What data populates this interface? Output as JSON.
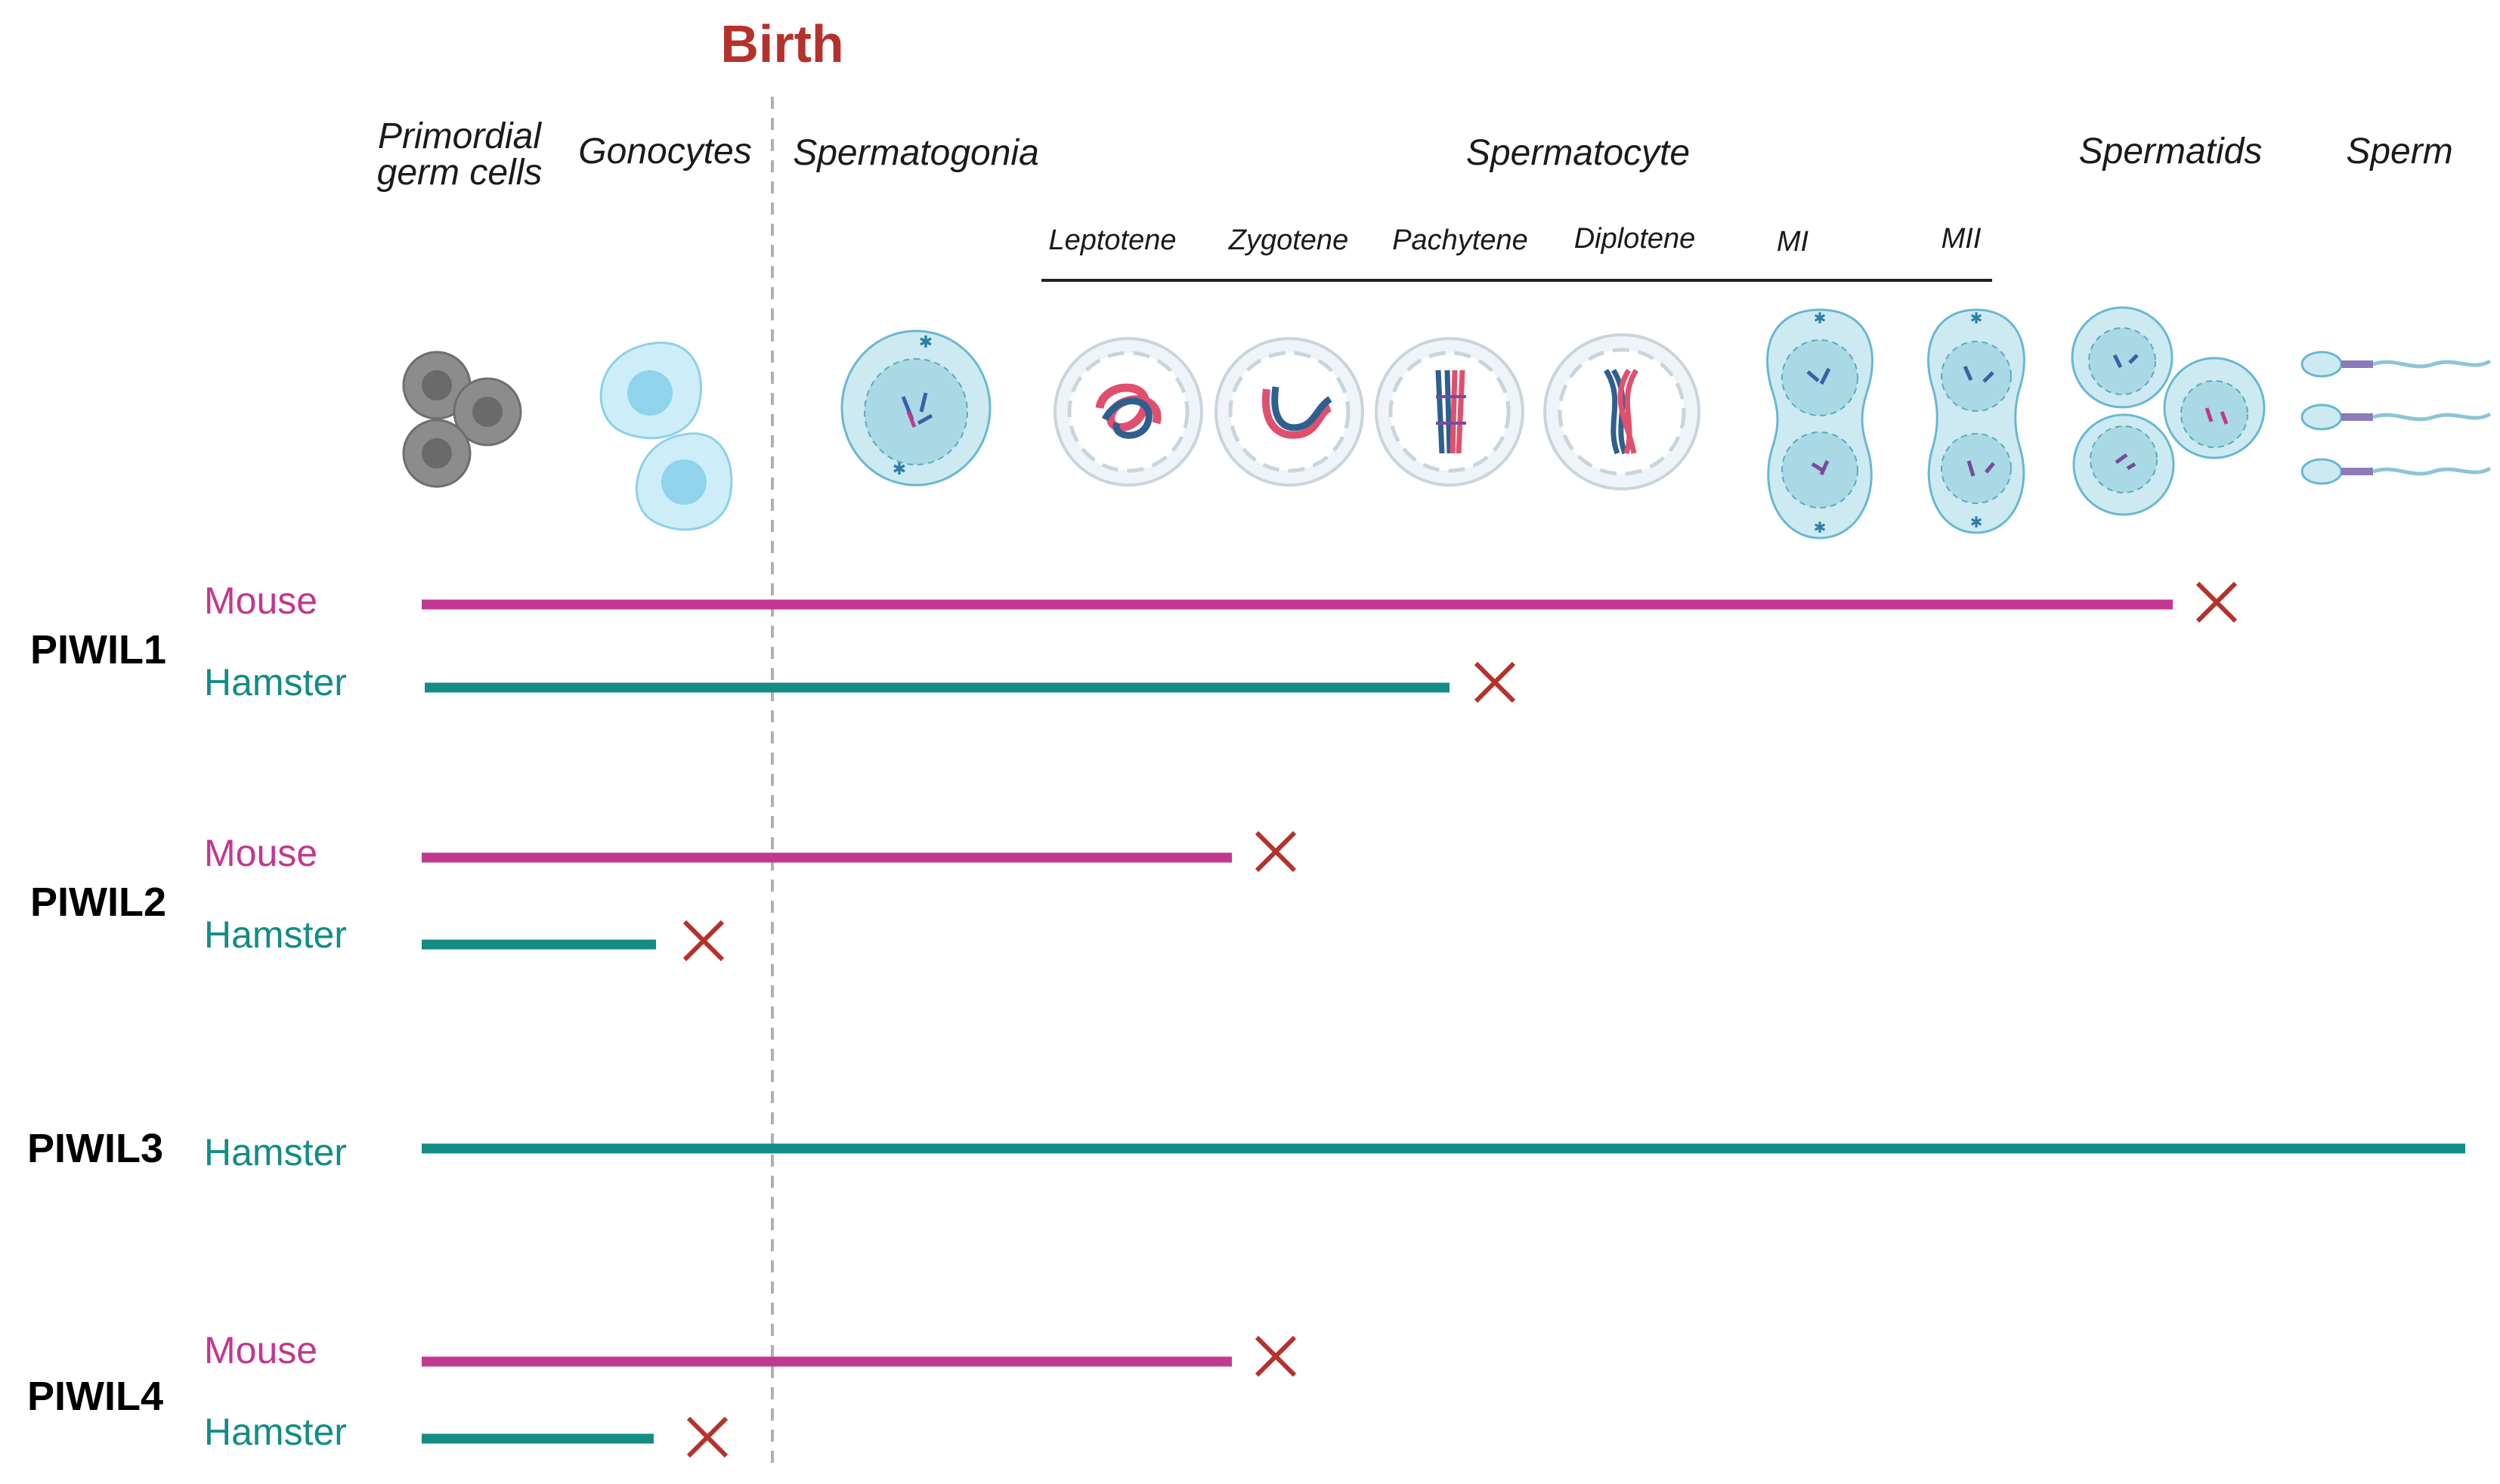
{
  "birth_label": "Birth",
  "stages": {
    "pgc_line1": "Primordial",
    "pgc_line2": "germ cells",
    "gonocytes": "Gonocytes",
    "spermatogonia": "Spermatogonia",
    "spermatocyte": "Spermatocyte",
    "spermatids": "Spermatids",
    "sperm": "Sperm"
  },
  "substages": {
    "leptotene": "Leptotene",
    "zygotene": "Zygotene",
    "pachytene": "Pachytene",
    "diplotene": "Diplotene",
    "mi": "MI",
    "mii": "MII"
  },
  "colors": {
    "mouse": "#c2378f",
    "hamster": "#138c86",
    "birth": "#b5322c",
    "cross": "#b5322c"
  },
  "genes": [
    {
      "name": "PIWIL1",
      "rows": [
        {
          "species": "Mouse",
          "ends_with_cross": true
        },
        {
          "species": "Hamster",
          "ends_with_cross": true
        }
      ]
    },
    {
      "name": "PIWIL2",
      "rows": [
        {
          "species": "Mouse",
          "ends_with_cross": true
        },
        {
          "species": "Hamster",
          "ends_with_cross": true
        }
      ]
    },
    {
      "name": "PIWIL3",
      "rows": [
        {
          "species": "Hamster",
          "ends_with_cross": false
        }
      ]
    },
    {
      "name": "PIWIL4",
      "rows": [
        {
          "species": "Mouse",
          "ends_with_cross": true
        },
        {
          "species": "Hamster",
          "ends_with_cross": true
        }
      ]
    }
  ]
}
